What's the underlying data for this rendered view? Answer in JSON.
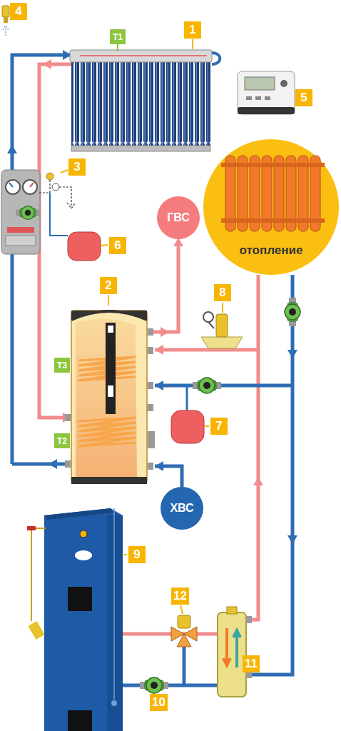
{
  "diagram": {
    "nodes": [
      {
        "text": [
          "отопление"
        ]
      },
      {
        "text": [
          "ГВС"
        ]
      },
      {
        "text": [
          "ХВС"
        ]
      }
    ],
    "labels": [
      "4",
      "1",
      "T1",
      "5",
      "3",
      "6",
      "2",
      "8",
      "T3",
      "7",
      "T2",
      "9",
      "12",
      "11",
      "10"
    ]
  }
}
